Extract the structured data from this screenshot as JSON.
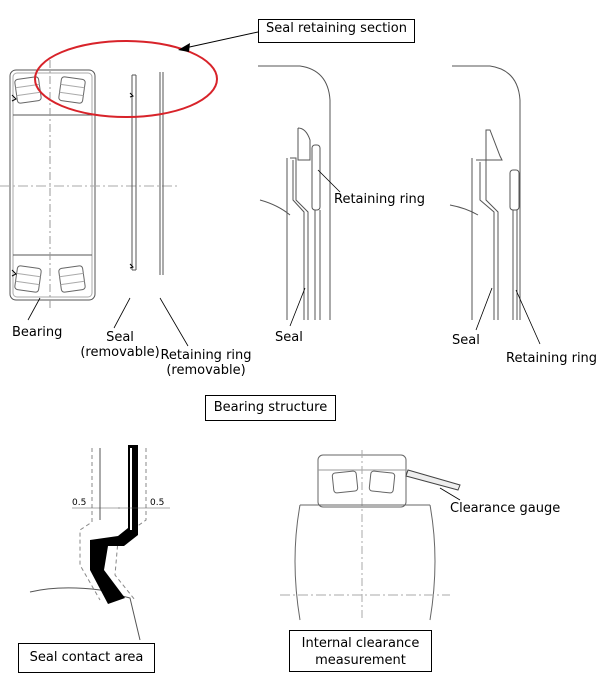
{
  "labels": {
    "seal_retaining_section": "Seal retaining section",
    "bearing": "Bearing",
    "seal_removable_line1": "Seal",
    "seal_removable_line2": "(removable)",
    "retaining_ring_removable_line1": "Retaining ring",
    "retaining_ring_removable_line2": "(removable)",
    "retaining_ring_mid": "Retaining ring",
    "seal_mid": "Seal",
    "seal_right": "Seal",
    "retaining_ring_right": "Retaining ring",
    "bearing_structure": "Bearing structure",
    "seal_contact_area": "Seal contact area",
    "clearance_gauge": "Clearance gauge",
    "internal_clearance_line1": "Internal clearance",
    "internal_clearance_line2": "measurement",
    "gap_left": "0.5",
    "gap_right": "0.5"
  },
  "colors": {
    "highlight": "#d8232a",
    "line": "#555555",
    "dash": "#888888"
  }
}
